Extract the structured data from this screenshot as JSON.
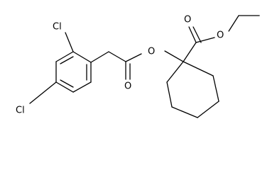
{
  "atoms": {
    "cl_upper": "Cl",
    "cl_lower": "Cl",
    "o_ester_ring": "O",
    "o_carbonyl_left": "O",
    "o_carbonyl_right": "O",
    "o_ethoxy": "O"
  },
  "colors": {
    "bond": "#000000",
    "background": "#ffffff"
  }
}
